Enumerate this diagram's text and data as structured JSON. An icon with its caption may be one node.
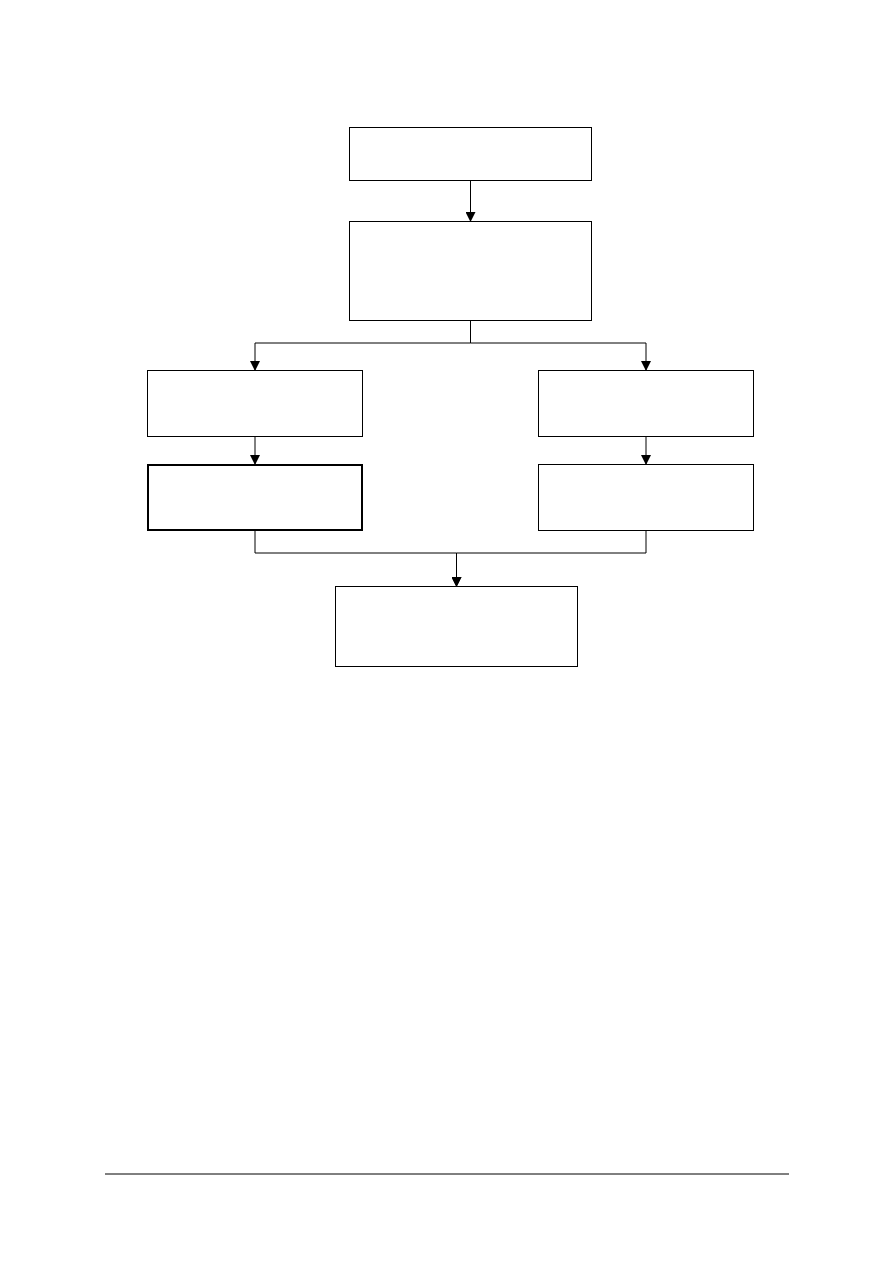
{
  "diagram": {
    "nodes": [
      {
        "text": [],
        "shape": "box"
      },
      {
        "text": [],
        "shape": "box"
      },
      {
        "text": [],
        "shape": "box"
      },
      {
        "text": [],
        "shape": "box"
      },
      {
        "text": [],
        "shape": "box"
      },
      {
        "text": [],
        "shape": "box"
      },
      {
        "text": [],
        "shape": "box"
      }
    ],
    "edges": [
      {
        "from": 0,
        "to": 1,
        "arrow": "to"
      },
      {
        "from": 1,
        "to": 2,
        "arrow": "to"
      },
      {
        "from": 1,
        "to": 3,
        "arrow": "to"
      },
      {
        "from": 2,
        "to": 4,
        "arrow": "to"
      },
      {
        "from": 3,
        "to": 5,
        "arrow": "to"
      },
      {
        "from": 4,
        "to": 6,
        "arrow": "to"
      },
      {
        "from": 5,
        "to": 6,
        "arrow": "to"
      }
    ]
  }
}
